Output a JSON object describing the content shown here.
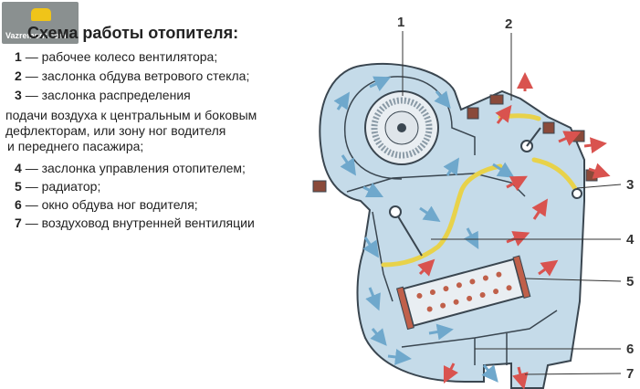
{
  "logo": {
    "text": "Vazremont.com"
  },
  "title": "Схема работы отопителя:",
  "legend": [
    {
      "num": "1",
      "text": "— рабочее колесо вентилятора;"
    },
    {
      "num": "2",
      "text": "— заслонка обдува ветрового стекла;"
    },
    {
      "num": "3",
      "text": "— заслонка распределения"
    },
    {
      "num": "",
      "text": "подачи воздуха к центральным и боковым"
    },
    {
      "num": "",
      "text": "дефлекторам, или зону ног водителя"
    },
    {
      "num": "",
      "text": "и переднего пасажира;"
    },
    {
      "num": "4",
      "text": "— заслонка управления отопителем;"
    },
    {
      "num": "5",
      "text": "— радиатор;"
    },
    {
      "num": "6",
      "text": "— окно обдува ног водителя;"
    },
    {
      "num": "7",
      "text": "— воздуховод внутренней вентиляции"
    }
  ],
  "callouts": [
    "1",
    "2",
    "3",
    "4",
    "5",
    "6",
    "7"
  ],
  "colors": {
    "housing": "#c5dbe9",
    "outline": "#3a4650",
    "cold_arrow": "#6fa8cc",
    "warm_arrow": "#d9534f",
    "damper": "#e8d24a",
    "radiator": "#c0604a"
  }
}
